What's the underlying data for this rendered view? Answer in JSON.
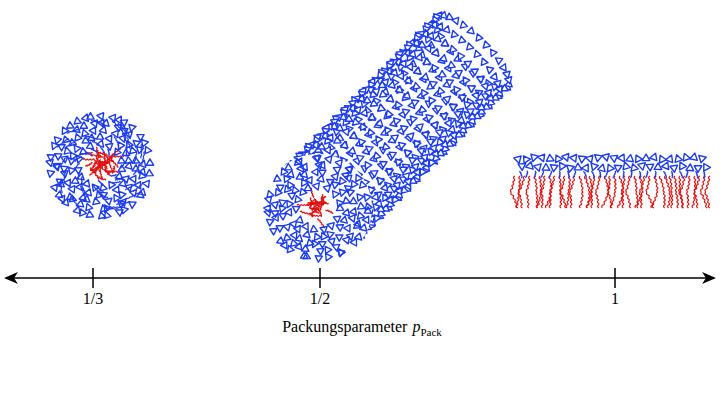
{
  "diagram": {
    "labels": [
      "1/3",
      "1/2",
      "1",
      "Packungsparameter",
      "p",
      "Pack"
    ]
  }
}
